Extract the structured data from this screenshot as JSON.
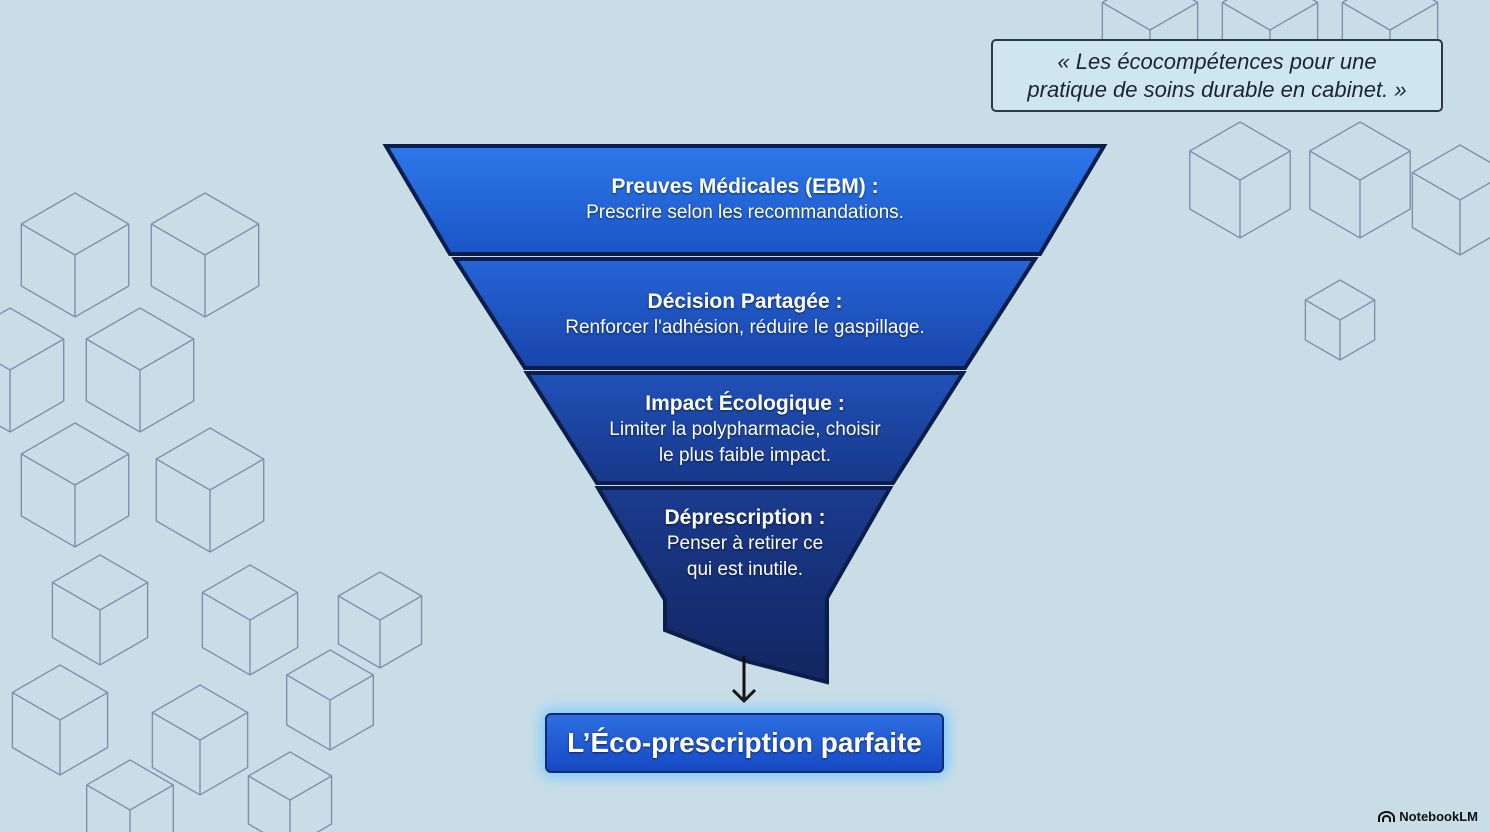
{
  "quote": "« Les écocompétences pour une\npratique de soins durable en cabinet. »",
  "tiers": [
    {
      "title": "Preuves Médicales (EBM) :",
      "description": "Prescrire selon les recommandations."
    },
    {
      "title": "Décision Partagée :",
      "description": "Renforcer l'adhésion, réduire le gaspillage."
    },
    {
      "title": "Impact Écologique :",
      "description": "Limiter la polypharmacie, choisir\nle plus faible impact."
    },
    {
      "title": "Déprescription :",
      "description": "Penser à retirer ce\nqui est inutile."
    }
  ],
  "result": {
    "label": "L’Éco-prescription parfaite"
  },
  "brand": {
    "name": "NotebookLM",
    "icon": "notebooklm-logo-icon"
  },
  "colors": {
    "background": "#c9dde7",
    "tier_fills": [
      "#1f63d6",
      "#1a4fb8",
      "#1a3f96",
      "#162f72"
    ],
    "tier_outline": "#0b1d4a",
    "result_fill": "#1f5ad4",
    "result_glow": "#6ec8ff"
  }
}
